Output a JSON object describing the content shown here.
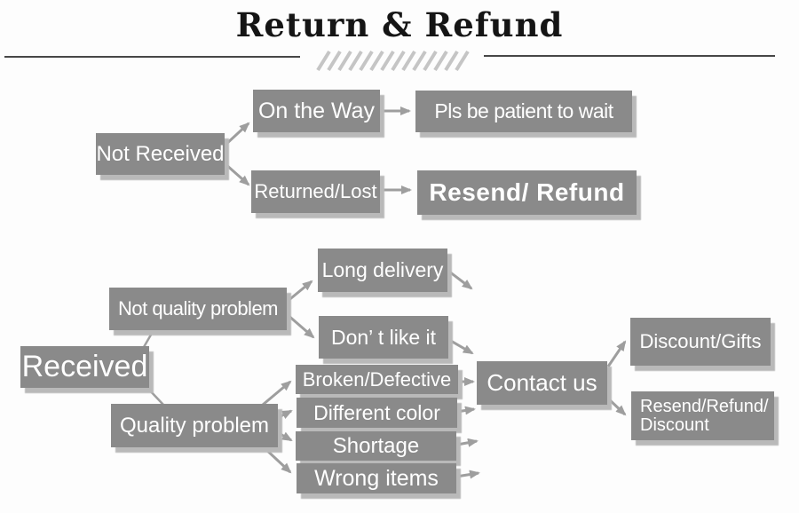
{
  "header": {
    "title": "Return & Refund"
  },
  "decorations": {
    "hatch_icon": "diagonal-stripes-icon"
  },
  "colors": {
    "box_bg": "#8a8a8a",
    "box_text": "#ffffff",
    "arrow": "#9e9e9e",
    "shadow": "#b9b9b9",
    "title_text": "#151515",
    "divider": "#474747",
    "hatch": "#c5c5c5",
    "background": "#fdfdfd"
  },
  "flowchart": {
    "nodes": [
      {
        "id": "not-received",
        "label": "Not Received"
      },
      {
        "id": "on-the-way",
        "label": "On the Way"
      },
      {
        "id": "pls-be-patient",
        "label": "Pls be patient to wait"
      },
      {
        "id": "returned-lost",
        "label": "Returned/Lost"
      },
      {
        "id": "resend-refund",
        "label": "Resend/ Refund"
      },
      {
        "id": "received",
        "label": "Received"
      },
      {
        "id": "not-quality-problem",
        "label": "Not quality problem"
      },
      {
        "id": "long-delivery",
        "label": "Long delivery"
      },
      {
        "id": "dont-like-it",
        "label": "Don’ t like it"
      },
      {
        "id": "quality-problem",
        "label": "Quality problem"
      },
      {
        "id": "broken-defective",
        "label": "Broken/Defective"
      },
      {
        "id": "different-color",
        "label": "Different color"
      },
      {
        "id": "shortage",
        "label": "Shortage"
      },
      {
        "id": "wrong-items",
        "label": "Wrong items"
      },
      {
        "id": "contact-us",
        "label": "Contact us"
      },
      {
        "id": "discount-gifts",
        "label": "Discount/Gifts"
      },
      {
        "id": "resend-refund-discount",
        "label": "Resend/Refund/ Discount",
        "lines": [
          "Resend/Refund/",
          "Discount"
        ]
      }
    ]
  }
}
